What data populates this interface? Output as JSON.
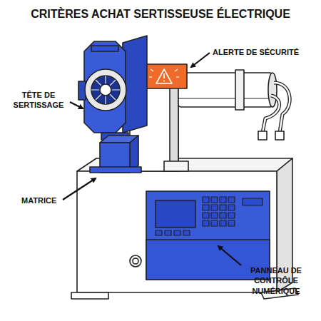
{
  "diagram": {
    "title": "CRITÈRES ACHAT SERTISSEUSE ÉLECTRIQUE",
    "labels": [
      "ALERTE DE SÉCURITÉ",
      "TÊTE DE SERTISSAGE",
      "MATRICE",
      "PANNEAU DE CONTRÔLE NUMÉRIQUE"
    ]
  }
}
